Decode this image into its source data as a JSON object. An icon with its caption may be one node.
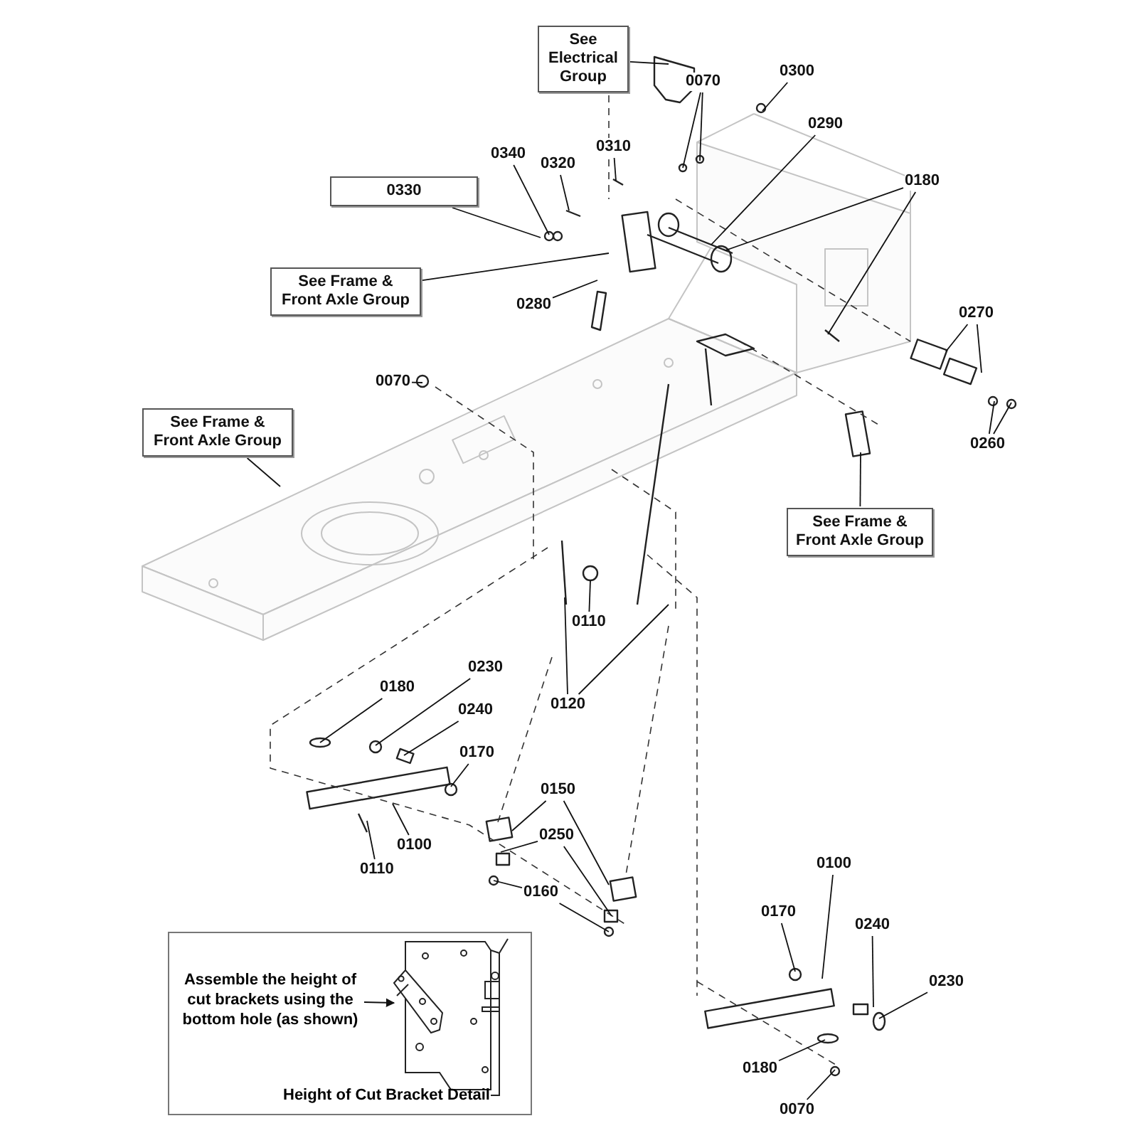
{
  "diagram": {
    "nodes": [
      {
        "text": [
          "See Electrical Group"
        ]
      },
      {
        "text": [
          "0070"
        ]
      },
      {
        "text": [
          "0300"
        ]
      },
      {
        "text": [
          "0290"
        ]
      },
      {
        "text": [
          "0180"
        ]
      },
      {
        "text": [
          "0340"
        ]
      },
      {
        "text": [
          "0320"
        ]
      },
      {
        "text": [
          "0310"
        ]
      },
      {
        "text": [
          "0330"
        ]
      },
      {
        "text": [
          "See Frame & Front Axle Group"
        ]
      },
      {
        "text": [
          "0280"
        ]
      },
      {
        "text": [
          "0270"
        ]
      },
      {
        "text": [
          "0070"
        ]
      },
      {
        "text": [
          "See Frame & Front Axle Group"
        ]
      },
      {
        "text": [
          "0260"
        ]
      },
      {
        "text": [
          "See Frame & Front Axle Group"
        ]
      },
      {
        "text": [
          "0110"
        ]
      },
      {
        "text": [
          "0120"
        ]
      },
      {
        "text": [
          "0180"
        ]
      },
      {
        "text": [
          "0230"
        ]
      },
      {
        "text": [
          "0240"
        ]
      },
      {
        "text": [
          "0170"
        ]
      },
      {
        "text": [
          "0150"
        ]
      },
      {
        "text": [
          "0250"
        ]
      },
      {
        "text": [
          "0100"
        ]
      },
      {
        "text": [
          "0110"
        ]
      },
      {
        "text": [
          "0160"
        ]
      },
      {
        "text": [
          "0100"
        ]
      },
      {
        "text": [
          "0170"
        ]
      },
      {
        "text": [
          "0240"
        ]
      },
      {
        "text": [
          "0230"
        ]
      },
      {
        "text": [
          "0180"
        ]
      },
      {
        "text": [
          "0070"
        ]
      },
      {
        "text": [
          "Height of Cut Bracket Detail"
        ]
      },
      {
        "text": [
          "Assemble the height of cut brackets using the bottom hole (as shown)"
        ],
        "in": 33
      }
    ],
    "edges": [
      {
        "from": 0,
        "to": null,
        "arrow": "none"
      },
      {
        "from": 1,
        "to": null,
        "arrow": "none"
      },
      {
        "from": 1,
        "to": null,
        "arrow": "none"
      },
      {
        "from": 2,
        "to": null,
        "arrow": "none"
      },
      {
        "from": 3,
        "to": null,
        "arrow": "none"
      },
      {
        "from": 4,
        "to": null,
        "arrow": "none"
      },
      {
        "from": 4,
        "to": null,
        "arrow": "none"
      },
      {
        "from": 5,
        "to": null,
        "arrow": "none"
      },
      {
        "from": 6,
        "to": null,
        "arrow": "none"
      },
      {
        "from": 7,
        "to": null,
        "arrow": "none"
      },
      {
        "from": 8,
        "to": null,
        "arrow": "none"
      },
      {
        "from": 9,
        "to": null,
        "arrow": "none"
      },
      {
        "from": 10,
        "to": null,
        "arrow": "none"
      },
      {
        "from": 11,
        "to": null,
        "arrow": "none"
      },
      {
        "from": 11,
        "to": null,
        "arrow": "none"
      },
      {
        "from": 12,
        "to": null,
        "arrow": "none"
      },
      {
        "from": 13,
        "to": null,
        "arrow": "none"
      },
      {
        "from": 14,
        "to": null,
        "arrow": "none"
      },
      {
        "from": 14,
        "to": null,
        "arrow": "none"
      },
      {
        "from": 15,
        "to": null,
        "arrow": "none"
      },
      {
        "from": 16,
        "to": null,
        "arrow": "none"
      },
      {
        "from": 17,
        "to": null,
        "arrow": "none"
      },
      {
        "from": 17,
        "to": null,
        "arrow": "none"
      },
      {
        "from": 18,
        "to": null,
        "arrow": "none"
      },
      {
        "from": 19,
        "to": null,
        "arrow": "none"
      },
      {
        "from": 20,
        "to": null,
        "arrow": "none"
      },
      {
        "from": 21,
        "to": null,
        "arrow": "none"
      },
      {
        "from": 22,
        "to": null,
        "arrow": "none"
      },
      {
        "from": 22,
        "to": null,
        "arrow": "none"
      },
      {
        "from": 23,
        "to": null,
        "arrow": "none"
      },
      {
        "from": 23,
        "to": null,
        "arrow": "none"
      },
      {
        "from": 24,
        "to": null,
        "arrow": "none"
      },
      {
        "from": 25,
        "to": null,
        "arrow": "none"
      },
      {
        "from": 26,
        "to": null,
        "arrow": "none"
      },
      {
        "from": 26,
        "to": null,
        "arrow": "none"
      },
      {
        "from": 27,
        "to": null,
        "arrow": "none"
      },
      {
        "from": 28,
        "to": null,
        "arrow": "none"
      },
      {
        "from": 29,
        "to": null,
        "arrow": "none"
      },
      {
        "from": 30,
        "to": null,
        "arrow": "none"
      },
      {
        "from": 31,
        "to": null,
        "arrow": "none"
      },
      {
        "from": 32,
        "to": null,
        "arrow": "none"
      },
      {
        "from": 34,
        "to": null,
        "arrow": "to"
      }
    ]
  }
}
